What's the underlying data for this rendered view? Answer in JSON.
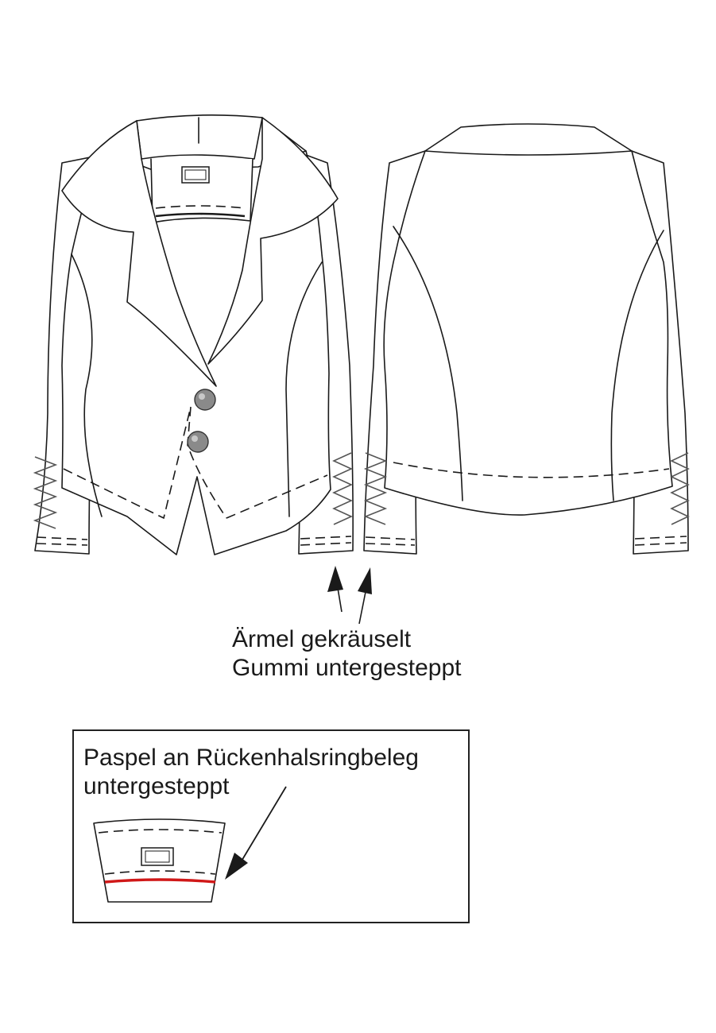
{
  "annotations": {
    "sleeve_line1": "Ärmel gekräuselt",
    "sleeve_line2": "Gummi untergesteppt",
    "piping_line1": "Paspel an Rückenhalsringbeleg",
    "piping_line2": "untergesteppt"
  },
  "colors": {
    "outline": "#1a1a1a",
    "button": "#8a8a8a",
    "piping": "#d01818",
    "gathering": "#555555"
  },
  "icons": {
    "label": "brand-label-icon",
    "arrow": "arrow-icon"
  }
}
